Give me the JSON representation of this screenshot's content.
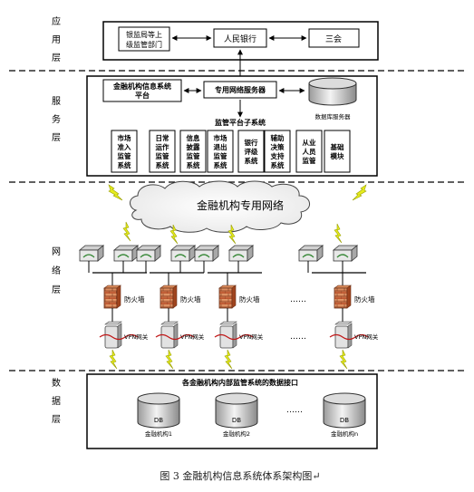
{
  "layers": {
    "application": "应\n用\n层",
    "service": "服\n务\n层",
    "network": "网\n络\n层",
    "data": "数\n据\n层"
  },
  "app_layer": {
    "cbrc": "银监局等上\n级监管部门",
    "pboc": "人民银行",
    "three": "三会"
  },
  "service_layer": {
    "platform": "金融机构信息系统\n平台",
    "network_server": "专用网络服务器",
    "db_server": "数据库服务器",
    "subsystem_title": "监管平台子系统",
    "subsystems": [
      "市场\n准入\n监管\n系统",
      "日常\n运作\n监管\n系统",
      "信息\n披露\n监管\n系统",
      "市场\n退出\n监管\n系统",
      "银行\n评级\n系统",
      "辅助\n决策\n支持\n系统",
      "从业\n人员\n监管",
      "基础\n模块"
    ]
  },
  "network_layer": {
    "cloud": "金融机构专用网络",
    "firewall": "防火墙",
    "vpn": "VPN网关",
    "ellipsis": "……"
  },
  "data_layer": {
    "title": "各金融机构内部监管系统的数据接口",
    "db_label": "DB",
    "institutions": [
      "金融机构1",
      "金融机构2",
      "金融机构n"
    ],
    "ellipsis": "……"
  },
  "caption": "图 3  金融机构信息系统体系架构图↵"
}
